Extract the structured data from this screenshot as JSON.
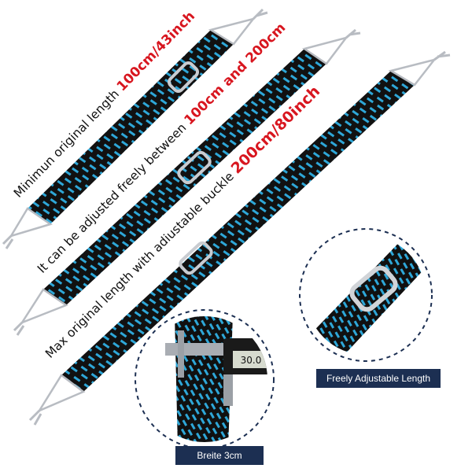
{
  "labels": {
    "strap1_text": "Minimun original length ",
    "strap1_highlight": "100cm/43inch",
    "strap2_text": "It can be adjusted freely between ",
    "strap2_highlight": "100cm and 200cm",
    "strap3_text": "Max original length with adiustable buckle ",
    "strap3_highlight": "200cm/80inch",
    "caliper_reading": "30.0",
    "caption_adjust": "Freely Adjustable Length",
    "caption_width": "Breite 3cm"
  },
  "colors": {
    "strap_base": "#111111",
    "strap_accent": "#2ea7d8",
    "highlight_red": "#d8161f",
    "caption_bg": "#1c2f52",
    "circle_dash": "#1c2f52",
    "hook_metal": "#b8bcc2"
  }
}
